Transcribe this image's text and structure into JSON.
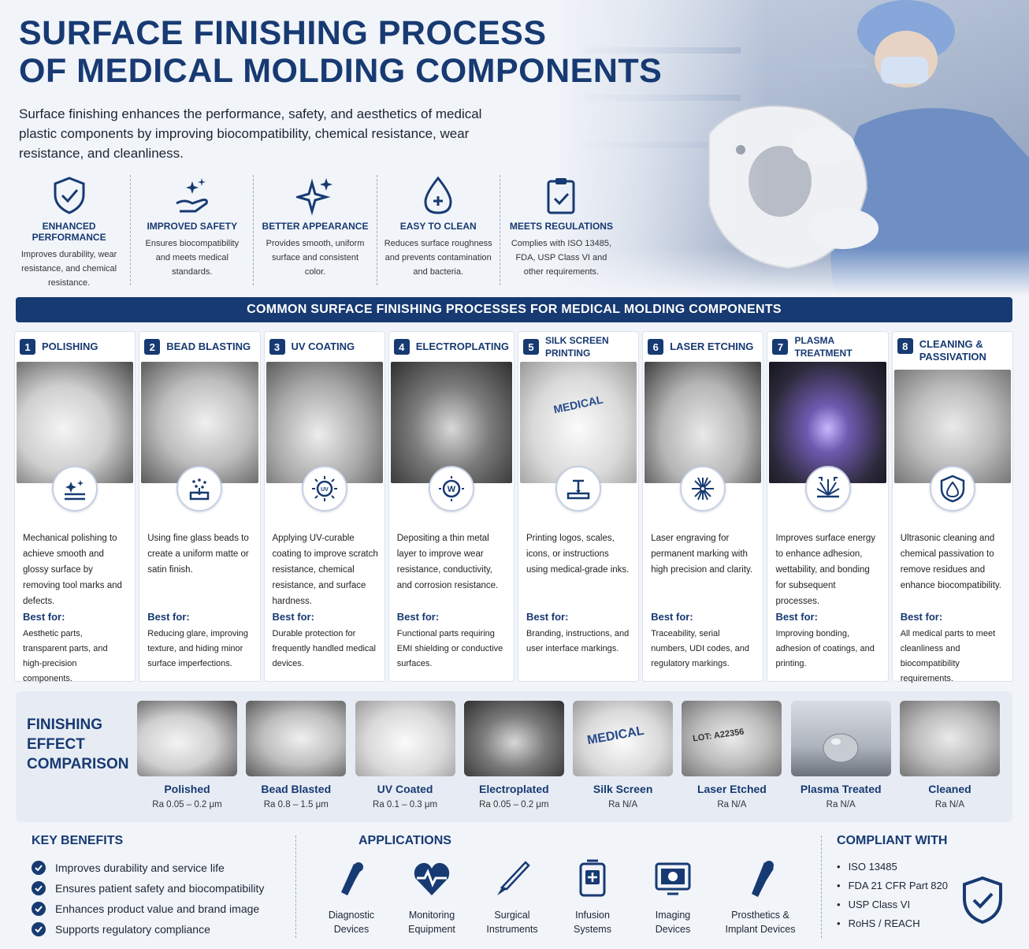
{
  "header": {
    "title_line1": "SURFACE FINISHING PROCESS",
    "title_line2": "OF MEDICAL MOLDING COMPONENTS",
    "intro": "Surface finishing enhances the performance, safety, and aesthetics of medical plastic components by improving biocompatibility, chemical resistance, wear resistance, and cleanliness."
  },
  "features": [
    {
      "title": "ENHANCED PERFORMANCE",
      "desc": "Improves durability, wear resistance, and chemical resistance.",
      "icon": "shield-check-icon"
    },
    {
      "title": "IMPROVED SAFETY",
      "desc": "Ensures biocompatibility and meets medical standards.",
      "icon": "hand-sparkle-icon"
    },
    {
      "title": "BETTER APPEARANCE",
      "desc": "Provides smooth, uniform surface and consistent color.",
      "icon": "sparkles-icon"
    },
    {
      "title": "EASY TO CLEAN",
      "desc": "Reduces surface roughness and prevents contamination and bacteria.",
      "icon": "drop-plus-icon"
    },
    {
      "title": "MEETS REGULATIONS",
      "desc": "Complies with ISO 13485, FDA, USP Class VI and other requirements.",
      "icon": "clipboard-check-icon"
    }
  ],
  "banner": "COMMON SURFACE FINISHING PROCESSES FOR MEDICAL MOLDING COMPONENTS",
  "processes": [
    {
      "num": "1",
      "title": "POLISHING",
      "desc": "Mechanical polishing to achieve smooth and glossy surface by removing tool marks and defects.",
      "best_label": "Best for:",
      "best": "Aesthetic parts, transparent parts, and high-precision components.",
      "icon": "polishing-icon"
    },
    {
      "num": "2",
      "title": "BEAD BLASTING",
      "desc": "Using fine glass beads to create a uniform matte or satin finish.",
      "best_label": "Best for:",
      "best": "Reducing glare, improving texture, and hiding minor surface imperfections.",
      "icon": "bead-blasting-icon"
    },
    {
      "num": "3",
      "title": "UV COATING",
      "desc": "Applying UV-curable coating to improve scratch resistance, chemical resistance, and surface hardness.",
      "best_label": "Best for:",
      "best": "Durable protection for frequently handled medical devices.",
      "icon": "uv-icon",
      "icon_text": "UV"
    },
    {
      "num": "4",
      "title": "ELECTROPLATING",
      "desc": "Depositing a thin metal layer to improve wear resistance, conductivity, and corrosion resistance.",
      "best_label": "Best for:",
      "best": "Functional parts requiring EMI shielding or conductive surfaces.",
      "icon": "electroplating-icon",
      "icon_text": "W"
    },
    {
      "num": "5",
      "title": "SILK SCREEN PRINTING",
      "desc": "Printing logos, scales, icons, or instructions using medical-grade inks.",
      "best_label": "Best for:",
      "best": "Branding, instructions, and user interface markings.",
      "icon": "silk-screen-icon",
      "img_text": "MEDICAL"
    },
    {
      "num": "6",
      "title": "LASER ETCHING",
      "desc": "Laser engraving for permanent marking with high precision and clarity.",
      "best_label": "Best for:",
      "best": "Traceability, serial numbers, UDI codes, and regulatory markings.",
      "icon": "laser-icon"
    },
    {
      "num": "7",
      "title": "PLASMA TREATMENT",
      "desc": "Improves surface energy to enhance adhesion, wettability, and bonding for subsequent processes.",
      "best_label": "Best for:",
      "best": "Improving bonding, adhesion of coatings, and printing.",
      "icon": "plasma-icon"
    },
    {
      "num": "8",
      "title": "CLEANING & PASSIVATION",
      "desc": "Ultrasonic cleaning and chemical passivation to remove residues and enhance biocompatibility.",
      "best_label": "Best for:",
      "best": "All medical parts to meet cleanliness and biocompatibility requirements.",
      "icon": "drop-shield-icon"
    }
  ],
  "comparison": {
    "title": "FINISHING EFFECT COMPARISON",
    "items": [
      {
        "name": "Polished",
        "ra": "Ra 0.05 – 0.2 μm"
      },
      {
        "name": "Bead Blasted",
        "ra": "Ra 0.8 – 1.5 μm"
      },
      {
        "name": "UV Coated",
        "ra": "Ra 0.1 – 0.3 μm"
      },
      {
        "name": "Electroplated",
        "ra": "Ra 0.05 – 0.2 μm"
      },
      {
        "name": "Silk Screen",
        "ra": "Ra N/A",
        "img_text": "MEDICAL"
      },
      {
        "name": "Laser Etched",
        "ra": "Ra N/A",
        "img_text": "LOT: A22356"
      },
      {
        "name": "Plasma Treated",
        "ra": "Ra N/A"
      },
      {
        "name": "Cleaned",
        "ra": "Ra N/A"
      }
    ]
  },
  "key_benefits": {
    "title": "KEY BENEFITS",
    "items": [
      "Improves durability and service life",
      "Ensures patient safety and biocompatibility",
      "Enhances product value and brand image",
      "Supports regulatory compliance"
    ]
  },
  "applications": {
    "title": "APPLICATIONS",
    "items": [
      {
        "line1": "Diagnostic",
        "line2": "Devices",
        "icon": "joint-icon"
      },
      {
        "line1": "Monitoring",
        "line2": "Equipment",
        "icon": "heart-pulse-icon"
      },
      {
        "line1": "Surgical",
        "line2": "Instruments",
        "icon": "scalpel-icon"
      },
      {
        "line1": "Infusion",
        "line2": "Systems",
        "icon": "infusion-icon"
      },
      {
        "line1": "Imaging",
        "line2": "Devices",
        "icon": "monitor-icon"
      },
      {
        "line1": "Prosthetics &",
        "line2": "Implant Devices",
        "icon": "prosthetic-icon"
      }
    ]
  },
  "compliance": {
    "title": "COMPLIANT WITH",
    "items": [
      "ISO 13485",
      "FDA 21 CFR Part 820",
      "USP Class VI",
      "RoHS / REACH"
    ]
  },
  "colors": {
    "navy": "#173a72",
    "background": "#f1f4f9"
  }
}
